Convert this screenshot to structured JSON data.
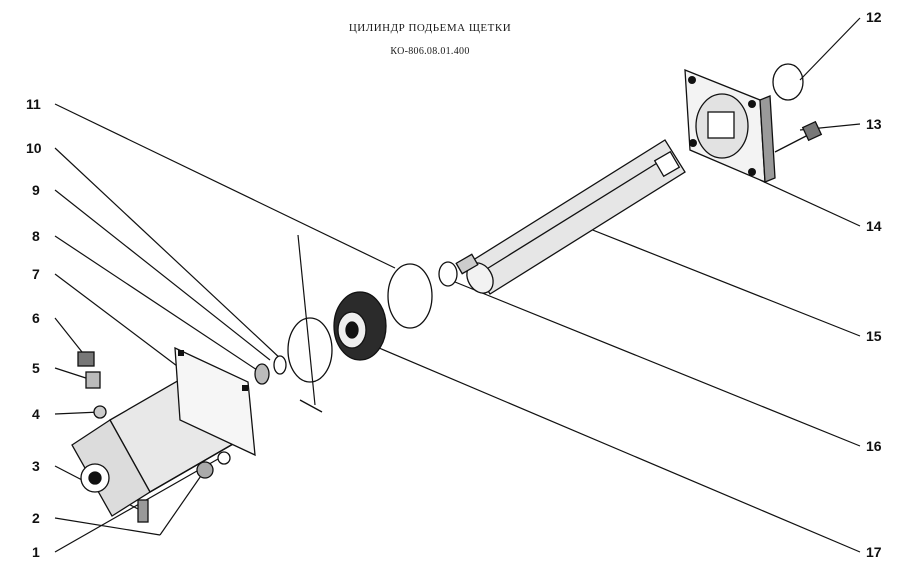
{
  "title": "ЦИЛИНДР ПОДЬЕМА ЩЕТКИ",
  "subtitle": "КО-806.08.01.400",
  "callouts": [
    {
      "label": "1"
    },
    {
      "label": "2"
    },
    {
      "label": "3"
    },
    {
      "label": "4"
    },
    {
      "label": "5"
    },
    {
      "label": "6"
    },
    {
      "label": "7"
    },
    {
      "label": "8"
    },
    {
      "label": "9"
    },
    {
      "label": "10"
    },
    {
      "label": "11"
    },
    {
      "label": "12"
    },
    {
      "label": "13"
    },
    {
      "label": "14"
    },
    {
      "label": "15"
    },
    {
      "label": "16"
    },
    {
      "label": "17"
    }
  ],
  "colors": {
    "ink": "#111111",
    "shade": "#3a3a3a",
    "paper": "#ffffff"
  }
}
